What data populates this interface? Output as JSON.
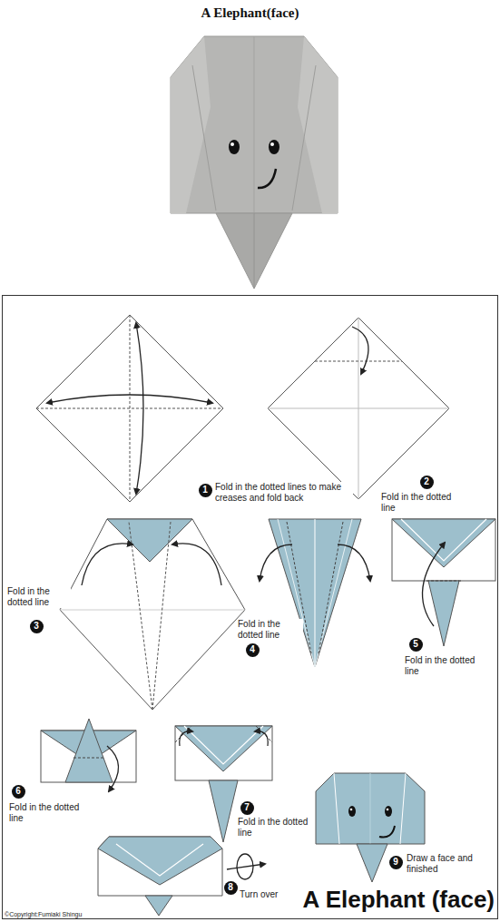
{
  "diagram": {
    "title": "A Elephant(face)",
    "nodes": [
      {
        "text": [
          "1"
        ]
      },
      {
        "text": [
          "2"
        ]
      },
      {
        "text": [
          "3"
        ]
      },
      {
        "text": [
          "4"
        ]
      },
      {
        "text": [
          "5"
        ]
      },
      {
        "text": [
          "6"
        ]
      },
      {
        "text": [
          "7"
        ]
      },
      {
        "text": [
          "8"
        ]
      },
      {
        "text": [
          "9"
        ]
      }
    ],
    "labels": [
      "Fold in the dotted lines to make creases and fold back",
      "Fold in the dotted line",
      "Fold in the dotted line",
      "Fold in the dotted line",
      "Fold in the dotted line",
      "Fold in the dotted line",
      "Fold in the dotted line",
      "Turn over",
      "Draw a face and finished",
      "A Elephant (face)",
      "©Copyright:Fumiaki Shingu"
    ]
  }
}
